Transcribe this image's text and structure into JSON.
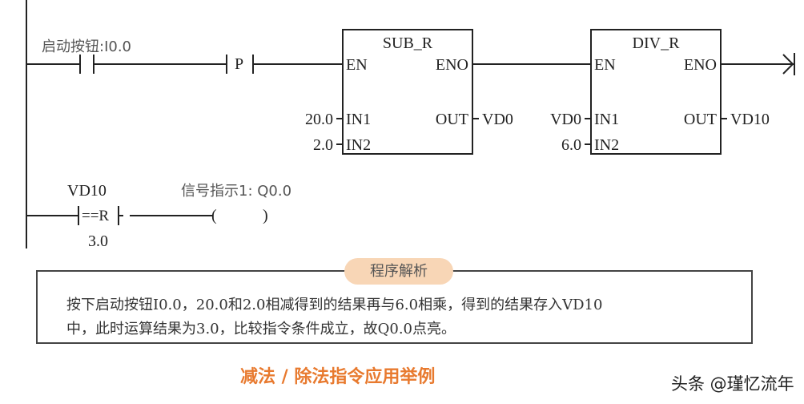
{
  "rung1": {
    "contact_label": "启动按钮:I0.0",
    "edge_label": "P",
    "sub_block": {
      "title": "SUB_R",
      "en": "EN",
      "eno": "ENO",
      "in1": "IN1",
      "in2": "IN2",
      "out": "OUT",
      "in1_value": "20.0",
      "in2_value": "2.0",
      "out_value": "VD0"
    },
    "div_block": {
      "title": "DIV_R",
      "en": "EN",
      "eno": "ENO",
      "in1": "IN1",
      "in2": "IN2",
      "out": "OUT",
      "in1_value": "VD0",
      "in2_value": "6.0",
      "out_value": "VD10"
    }
  },
  "rung2": {
    "compare_top": "VD10",
    "compare_op": "==R",
    "compare_bottom": "3.0",
    "coil_label": "信号指示1: Q0.0",
    "coil_open": "(",
    "coil_close": ")"
  },
  "analysis": {
    "tag": "程序解析",
    "line1": "按下启动按钮I0.0，20.0和2.0相减得到的结果再与6.0相乘，得到的结果存入VD10",
    "line2": "中，此时运算结果为3.0，比较指令条件成立，故Q0.0点亮。"
  },
  "caption": "减法 / 除法指令应用举例",
  "watermark": "头条 @瑾忆流年",
  "colors": {
    "caption": "#e87a2f",
    "tag_bg": "#f8d6b6",
    "line": "#222222"
  }
}
